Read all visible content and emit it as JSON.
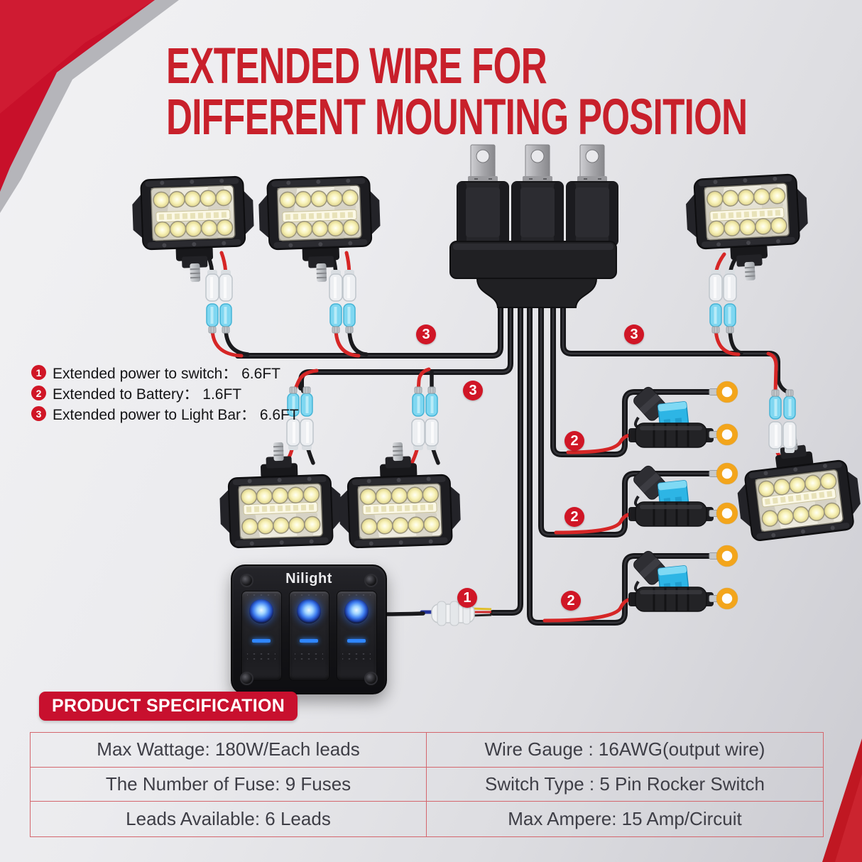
{
  "title": {
    "line1": "EXTENDED WIRE FOR",
    "line2": "DIFFERENT MOUNTING POSITION"
  },
  "legend": {
    "items": [
      {
        "num": "1",
        "text": "Extended power to switch： 6.6FT"
      },
      {
        "num": "2",
        "text": "Extended to Battery： 1.6FT"
      },
      {
        "num": "3",
        "text": "Extended power to Light Bar： 6.6FT"
      }
    ]
  },
  "wire_badges": {
    "light_bar_left": "3",
    "light_bar_right": "3",
    "light_bar_mid": "3",
    "battery_top": "2",
    "battery_mid": "2",
    "battery_bottom": "2",
    "switch": "1"
  },
  "switch_panel": {
    "brand": "Nilight"
  },
  "spec": {
    "title": "PRODUCT SPECIFICATION",
    "rows": [
      [
        "Max Wattage: 180W/Each leads",
        "Wire Gauge : 16AWG(output wire)"
      ],
      [
        "The Number of Fuse: 9 Fuses",
        "Switch Type : 5 Pin Rocker Switch"
      ],
      [
        "Leads Available: 6 Leads",
        "Max Ampere: 15 Amp/Circuit"
      ]
    ]
  },
  "colors": {
    "title_red": "#c8202b",
    "badge_red": "#d01626",
    "spec_header_bg": "#c8102e",
    "table_border": "#d4666d",
    "wire_black": "#17171a",
    "wire_red": "#d62626",
    "ring_yellow": "#f3a51b",
    "fuse_blue": "#2db5e5",
    "connector_cyan": "#7fd7f1"
  }
}
